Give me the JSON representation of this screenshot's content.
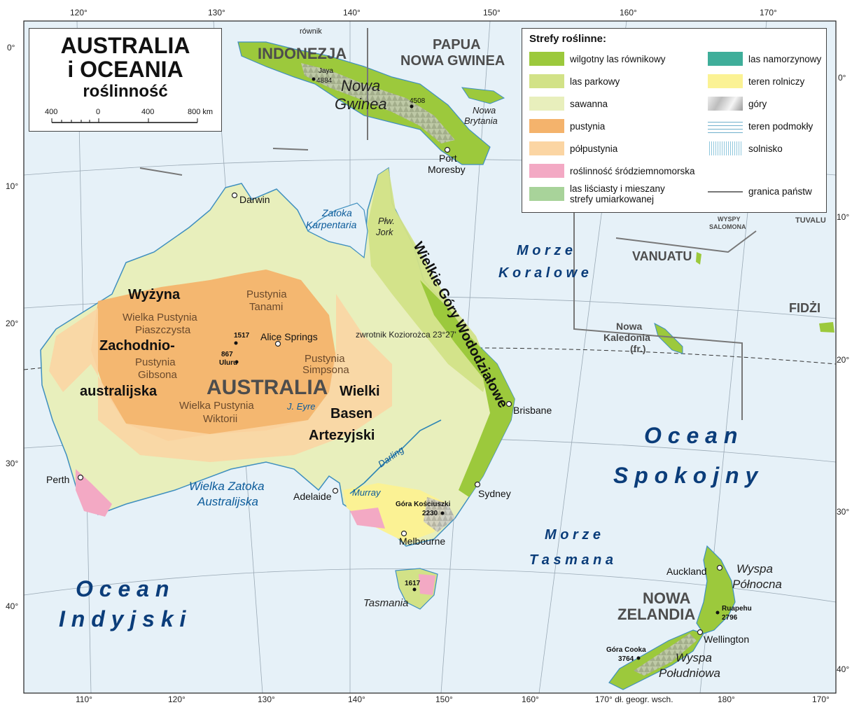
{
  "title": {
    "line1": "AUSTRALIA",
    "line2": "i OCEANIA",
    "line3": "roślinność",
    "scale_labels": [
      "400",
      "0",
      "400",
      "800 km"
    ]
  },
  "legend": {
    "title": "Strefy roślinne:",
    "items": [
      {
        "label": "wilgotny las równikowy",
        "color": "#9cc93c"
      },
      {
        "label": "las parkowy",
        "color": "#d2e287"
      },
      {
        "label": "sawanna",
        "color": "#e8efbc"
      },
      {
        "label": "pustynia",
        "color": "#f4b36c"
      },
      {
        "label": "półpustynia",
        "color": "#fbd5a3"
      },
      {
        "label": "roślinność śródziemnomorska",
        "color": "#f3a9c4"
      },
      {
        "label": "las liściasty i mieszany",
        "label2": "strefy umiarkowanej",
        "color": "#a8d39a"
      },
      {
        "label": "las namorzynowy",
        "color": "#3fae9a"
      },
      {
        "label": "teren rolniczy",
        "color": "#fbf294"
      },
      {
        "label": "góry",
        "color": "#bdbdbd"
      },
      {
        "label": "teren podmokły",
        "color": "#6fb0cc"
      },
      {
        "label": "solnisko",
        "color": "#8fc7dd"
      },
      {
        "label": "granica państw",
        "color": "#777777"
      }
    ]
  },
  "grid": {
    "lon_top": [
      "120°",
      "130°",
      "140°",
      "150°",
      "160°",
      "170°"
    ],
    "lon_bottom": [
      "110°",
      "120°",
      "130°",
      "140°",
      "150°",
      "160°",
      "170° dł. geogr. wsch.",
      "180°",
      "170°"
    ],
    "lat_left": [
      "0°",
      "10°",
      "20°",
      "30°",
      "40°"
    ],
    "lat_right": [
      "0°",
      "10°",
      "20°",
      "30°",
      "40°"
    ]
  },
  "colors": {
    "sea": "#e6f1f8",
    "water": "#2f86b5",
    "country_label": "#4d4d4d",
    "ocean_label": "#0b3d7a"
  },
  "labels": {
    "countries": {
      "indonezja": "INDONEZJA",
      "papua1": "PAPUA",
      "papua2": "NOWA GWINEA",
      "vanuatu": "VANUATU",
      "fidzi": "FIDŻI",
      "tuvalu": "TUVALU",
      "salomona1": "WYSPY",
      "salomona2": "SALOMONA",
      "nz1": "NOWA",
      "nz2": "ZELANDIA",
      "australia": "AUSTRALIA"
    },
    "oceans": {
      "indyjski1": "O c e a n",
      "indyjski2": "I n d y j s k i",
      "spokojny1": "O c e a n",
      "spokojny2": "S p o k o j n y",
      "koralowe1": "M o r z e",
      "koralowe2": "K o r a l o w e",
      "tasmana1": "M o r z e",
      "tasmana2": "T a s m a n a"
    },
    "gulfs": {
      "karpentaria1": "Zatoka",
      "karpentaria2": "Karpentaria",
      "wzatoka1": "Wielka Zatoka",
      "wzatoka2": "Australijska",
      "eyre": "J. Eyre",
      "darling": "Darling",
      "murray": "Murray"
    },
    "regions": {
      "wyzyna1": "Wyżyna",
      "wyzyna2": "Zachodnio-",
      "wyzyna3": "australijska",
      "basen1": "Wielki",
      "basen2": "Basen",
      "basen3": "Artezyjski",
      "ggw": "Wielkie Góry Wododziałowe",
      "jork1": "Płw.",
      "jork2": "Jork",
      "nowa_gwinea1": "Nowa",
      "nowa_gwinea2": "Gwinea",
      "nowa_brytania1": "Nowa",
      "nowa_brytania2": "Brytania",
      "nowa_kaledonia1": "Nowa",
      "nowa_kaledonia2": "Kaledonia",
      "nowa_kaledonia3": "(fr.)",
      "tasmania": "Tasmania",
      "wyspa_pn1": "Wyspa",
      "wyspa_pn2": "Północna",
      "wyspa_pd1": "Wyspa",
      "wyspa_pd2": "Południowa"
    },
    "deserts": {
      "tanami1": "Pustynia",
      "tanami2": "Tanami",
      "piaszczysta1": "Wielka Pustynia",
      "piaszczysta2": "Piaszczysta",
      "gibsona1": "Pustynia",
      "gibsona2": "Gibsona",
      "simpsona1": "Pustynia",
      "simpsona2": "Simpsona",
      "wiktorii1": "Wielka Pustynia",
      "wiktorii2": "Wiktorii"
    },
    "cities": {
      "darwin": "Darwin",
      "alice": "Alice Springs",
      "brisbane": "Brisbane",
      "sydney": "Sydney",
      "melbourne": "Melbourne",
      "adelaide": "Adelaide",
      "perth": "Perth",
      "moresby1": "Port",
      "moresby2": "Moresby",
      "auckland": "Auckland",
      "wellington": "Wellington"
    },
    "peaks": {
      "jaya1": "Jaya",
      "jaya2": "4884",
      "ng_peak": "4508",
      "p1517": "1517",
      "uluru1": "867",
      "uluru2": "Uluru",
      "kosciuszki1": "Góra Kościuszki",
      "kosciuszki2": "2230",
      "tas_peak": "1617",
      "ruapehu1": "Ruapehu",
      "ruapehu2": "2796",
      "cooka1": "Góra Cooka",
      "cooka2": "3764"
    },
    "lines": {
      "rownik": "równik",
      "zwrotnik": "zwrotnik Koziorożca 23°27'"
    }
  }
}
